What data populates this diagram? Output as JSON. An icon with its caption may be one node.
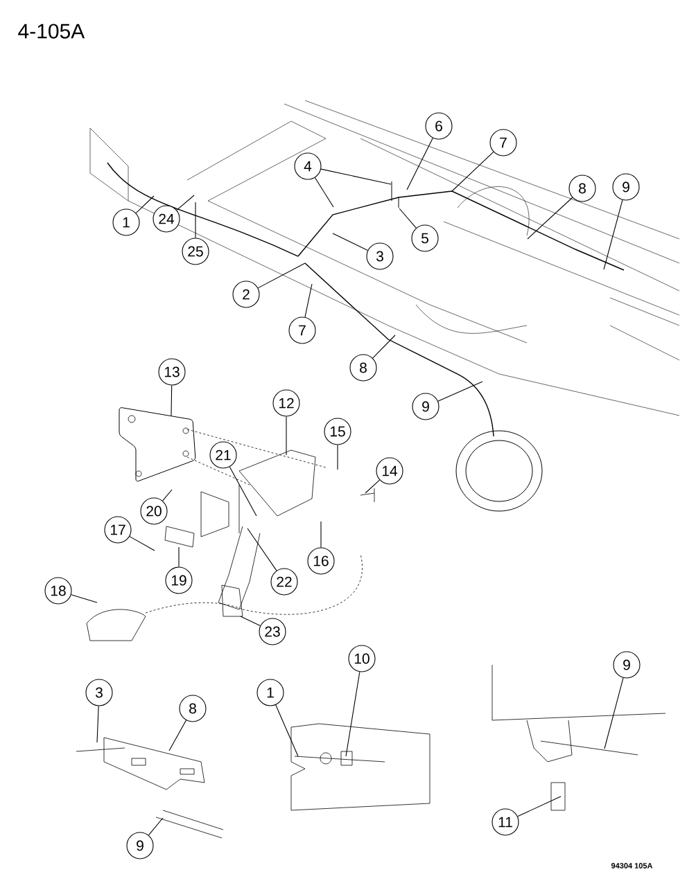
{
  "diagram": {
    "title": "4-105A",
    "nodes": [
      {
        "text": [
          "6"
        ]
      },
      {
        "text": [
          "7"
        ]
      },
      {
        "text": [
          "4"
        ]
      },
      {
        "text": [
          "8"
        ]
      },
      {
        "text": [
          "9"
        ]
      },
      {
        "text": [
          "1"
        ]
      },
      {
        "text": [
          "24"
        ]
      },
      {
        "text": [
          "5"
        ]
      },
      {
        "text": [
          "25"
        ]
      },
      {
        "text": [
          "3"
        ]
      },
      {
        "text": [
          "2"
        ]
      },
      {
        "text": [
          "7"
        ]
      },
      {
        "text": [
          "8"
        ]
      },
      {
        "text": [
          "13"
        ]
      },
      {
        "text": [
          "12"
        ]
      },
      {
        "text": [
          "9"
        ]
      },
      {
        "text": [
          "15"
        ]
      },
      {
        "text": [
          "21"
        ]
      },
      {
        "text": [
          "14"
        ]
      },
      {
        "text": [
          "20"
        ]
      },
      {
        "text": [
          "17"
        ]
      },
      {
        "text": [
          "16"
        ]
      },
      {
        "text": [
          "19"
        ]
      },
      {
        "text": [
          "22"
        ]
      },
      {
        "text": [
          "18"
        ]
      },
      {
        "text": [
          "23"
        ]
      },
      {
        "text": [
          "10"
        ]
      },
      {
        "text": [
          "9"
        ]
      },
      {
        "text": [
          "3"
        ]
      },
      {
        "text": [
          "1"
        ]
      },
      {
        "text": [
          "8"
        ]
      },
      {
        "text": [
          "11"
        ]
      },
      {
        "text": [
          "9"
        ]
      }
    ],
    "edges": [
      {
        "from": 0,
        "to": null,
        "arrow": "none"
      },
      {
        "from": 1,
        "to": null,
        "arrow": "none"
      },
      {
        "from": 2,
        "to": null,
        "arrow": "none"
      },
      {
        "from": 2,
        "to": null,
        "arrow": "none"
      },
      {
        "from": 3,
        "to": null,
        "arrow": "none"
      },
      {
        "from": 4,
        "to": null,
        "arrow": "none"
      },
      {
        "from": 5,
        "to": null,
        "arrow": "none"
      },
      {
        "from": 6,
        "to": null,
        "arrow": "none"
      },
      {
        "from": 7,
        "to": null,
        "arrow": "none"
      },
      {
        "from": 8,
        "to": null,
        "arrow": "none"
      },
      {
        "from": 9,
        "to": null,
        "arrow": "none"
      },
      {
        "from": 10,
        "to": null,
        "arrow": "none"
      },
      {
        "from": 11,
        "to": null,
        "arrow": "none"
      },
      {
        "from": 12,
        "to": null,
        "arrow": "none"
      },
      {
        "from": 13,
        "to": null,
        "arrow": "none"
      },
      {
        "from": 14,
        "to": null,
        "arrow": "none"
      },
      {
        "from": 15,
        "to": null,
        "arrow": "none"
      },
      {
        "from": 16,
        "to": null,
        "arrow": "none"
      },
      {
        "from": 17,
        "to": null,
        "arrow": "none"
      },
      {
        "from": 18,
        "to": null,
        "arrow": "none"
      },
      {
        "from": 19,
        "to": null,
        "arrow": "none"
      },
      {
        "from": 20,
        "to": null,
        "arrow": "none"
      },
      {
        "from": 21,
        "to": null,
        "arrow": "none"
      },
      {
        "from": 22,
        "to": null,
        "arrow": "none"
      },
      {
        "from": 23,
        "to": null,
        "arrow": "none"
      },
      {
        "from": 24,
        "to": null,
        "arrow": "none"
      },
      {
        "from": 25,
        "to": null,
        "arrow": "none"
      },
      {
        "from": 26,
        "to": null,
        "arrow": "none"
      },
      {
        "from": 27,
        "to": null,
        "arrow": "none"
      },
      {
        "from": 28,
        "to": null,
        "arrow": "none"
      },
      {
        "from": 29,
        "to": null,
        "arrow": "none"
      },
      {
        "from": 30,
        "to": null,
        "arrow": "none"
      },
      {
        "from": 31,
        "to": null,
        "arrow": "none"
      },
      {
        "from": 32,
        "to": null,
        "arrow": "none"
      }
    ],
    "labels": [
      "94304 105A"
    ]
  }
}
